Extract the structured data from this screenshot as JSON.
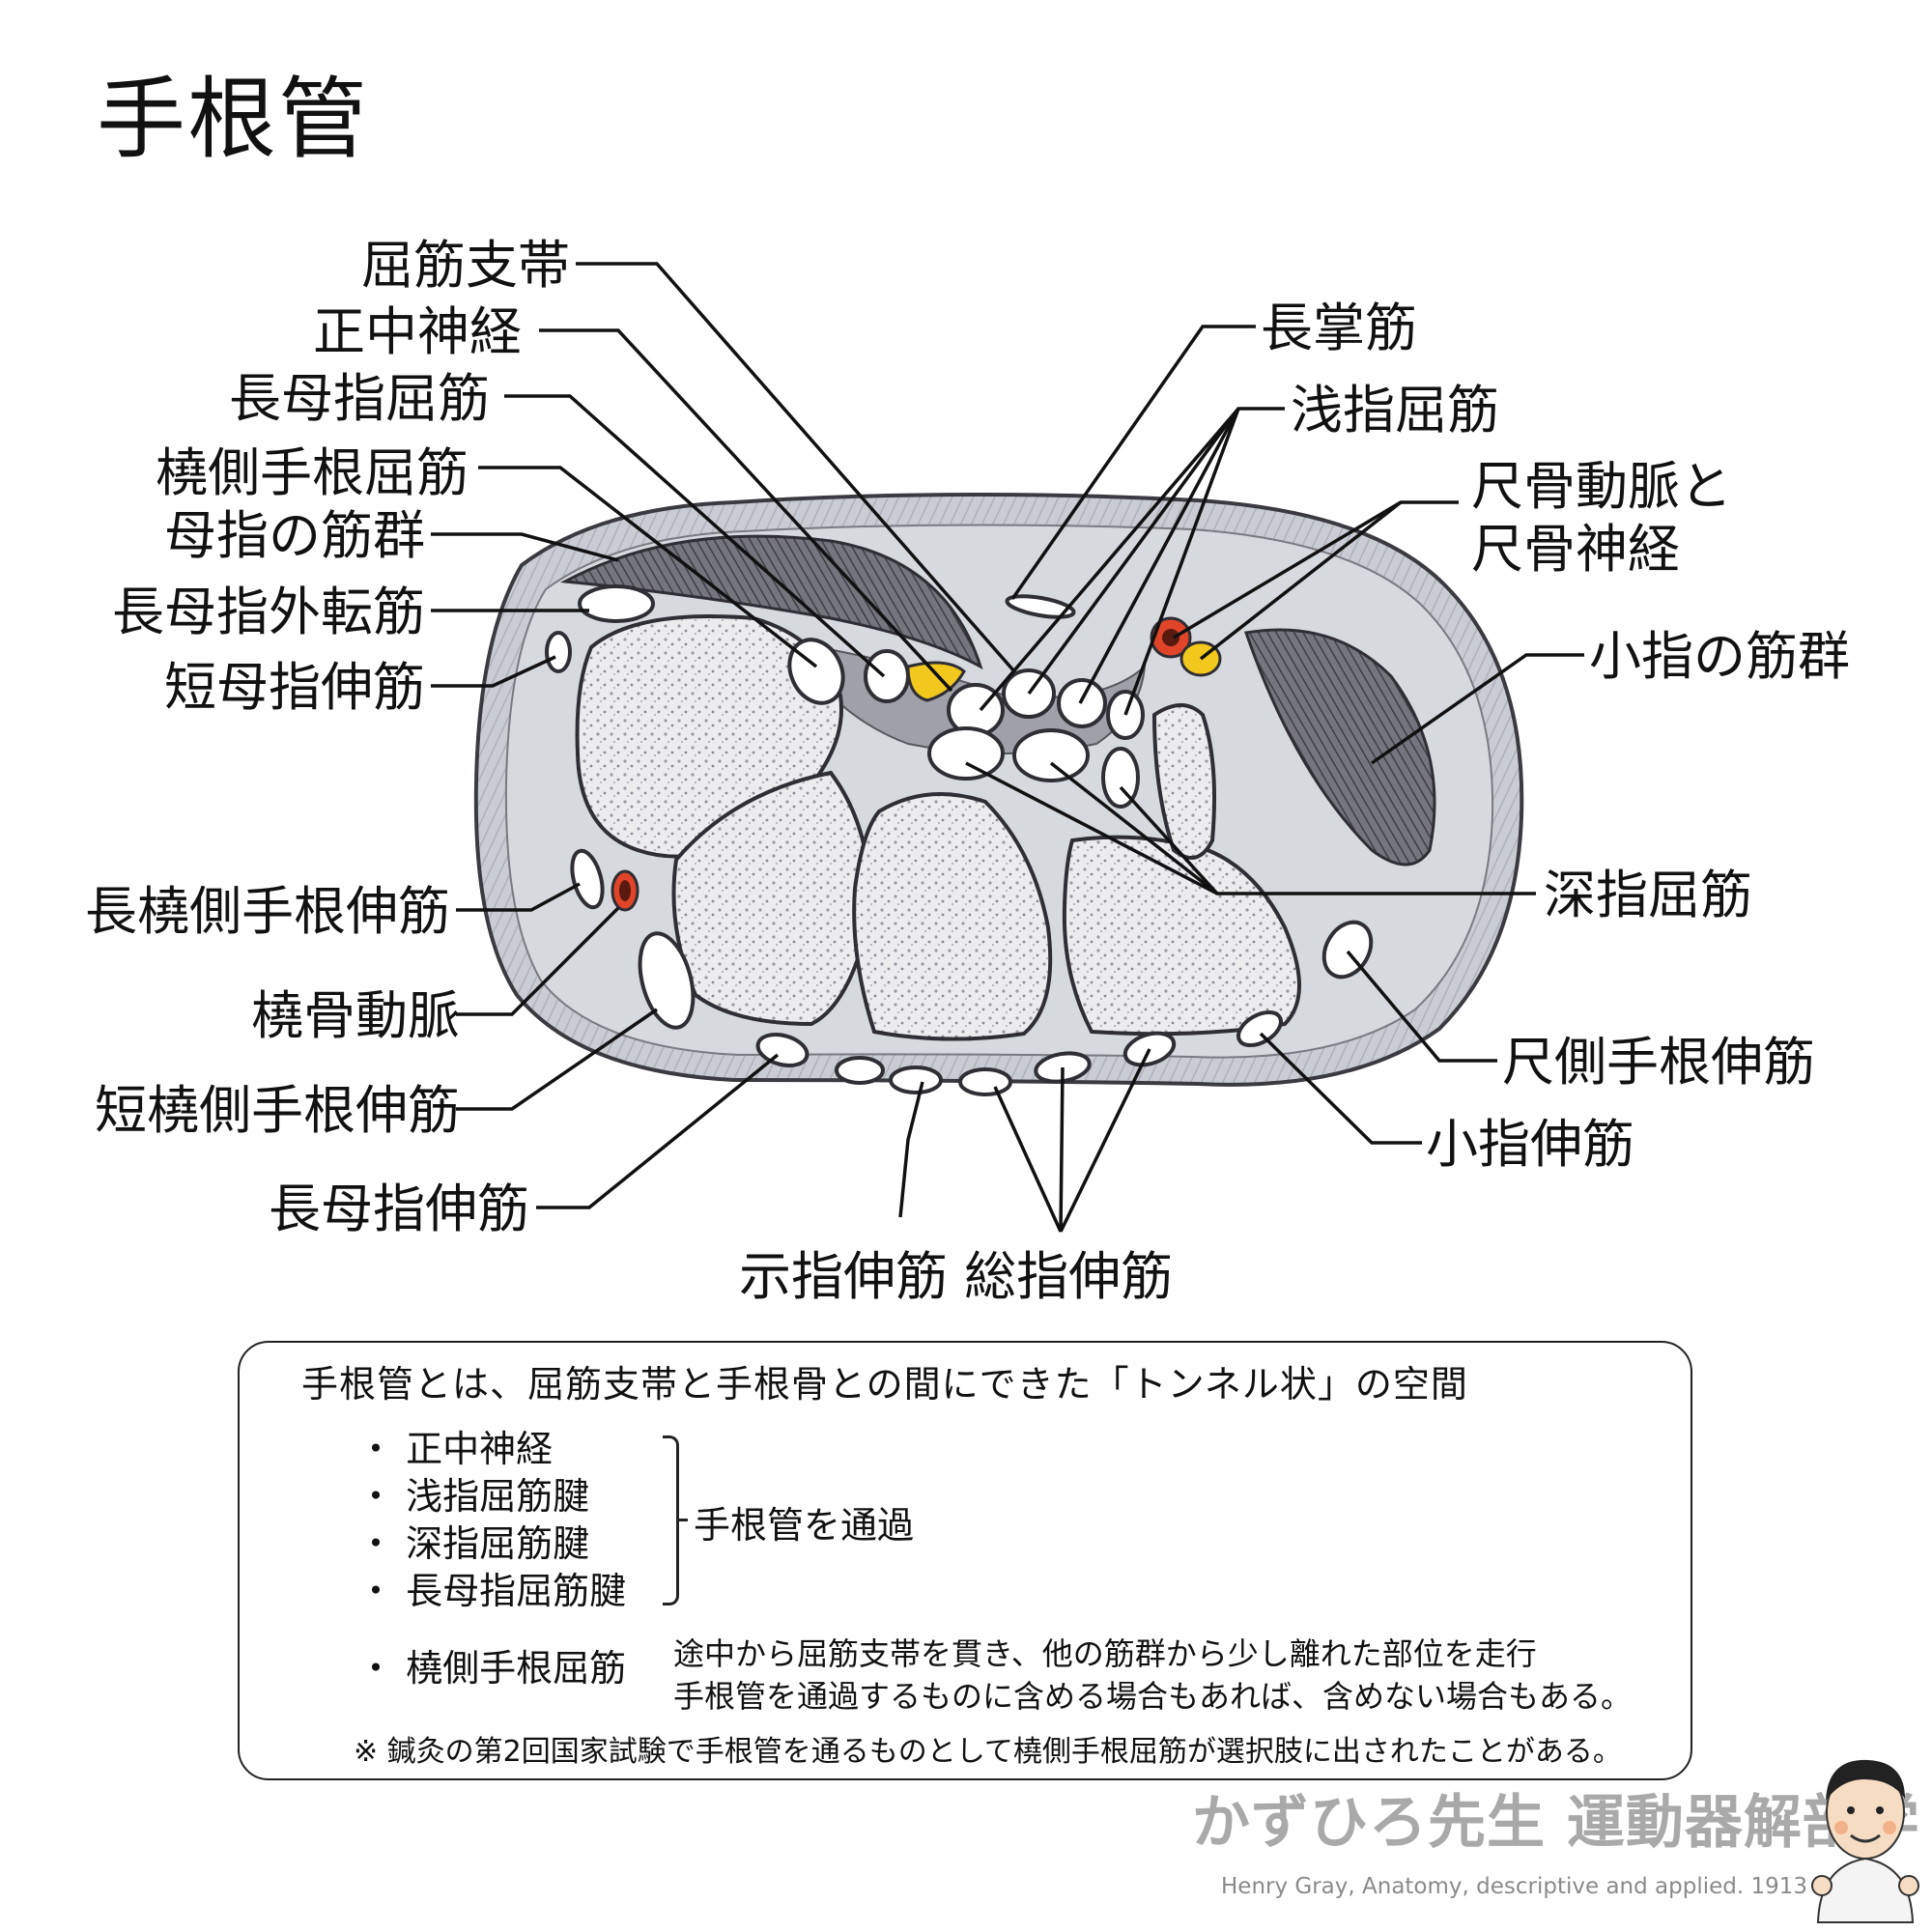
{
  "title": "手根管",
  "labels": {
    "flexor_retinaculum": "屈筋支帯",
    "median_nerve": "正中神経",
    "fpl": "長母指屈筋",
    "fcr": "橈側手根屈筋",
    "thenar": "母指の筋群",
    "apl": "長母指外転筋",
    "epb": "短母指伸筋",
    "ecrl": "長橈側手根伸筋",
    "radial_artery": "橈骨動脈",
    "ecrb": "短橈側手根伸筋",
    "epl": "長母指伸筋",
    "ei_ed": "示指伸筋 総指伸筋",
    "palmaris_longus": "長掌筋",
    "fds": "浅指屈筋",
    "ulnar_line1": "尺骨動脈と",
    "ulnar_line2": "尺骨神経",
    "hypothenar": "小指の筋群",
    "fdp": "深指屈筋",
    "ecu": "尺側手根伸筋",
    "edm": "小指伸筋"
  },
  "note": {
    "lead": "手根管とは、屈筋支帯と手根骨との間にできた「トンネル状」の空間",
    "items": [
      "・ 正中神経",
      "・ 浅指屈筋腱",
      "・ 深指屈筋腱",
      "・ 長母指屈筋腱"
    ],
    "passes": "手根管を通過",
    "fcr_item": "・ 橈側手根屈筋",
    "fcr_line1": "途中から屈筋支帯を貫き、他の筋群から少し離れた部位を走行",
    "fcr_line2": "手根管を通過するものに含める場合もあれば、含めない場合もある。",
    "exam": "※ 鍼灸の第2回国家試験で手根管を通るものとして橈側手根屈筋が選択肢に出されたことがある。"
  },
  "branding": {
    "brand": "かずひろ先生 運動器解剖学",
    "credit": "Henry Gray, Anatomy, descriptive and applied. 1913"
  },
  "colors": {
    "artery_red": "#e0452a",
    "nerve_yellow": "#f2c81c",
    "tissue_gray": "#cdd0d6",
    "bone_light": "#e9e9ec",
    "muscle_dark": "#6a6a72"
  }
}
